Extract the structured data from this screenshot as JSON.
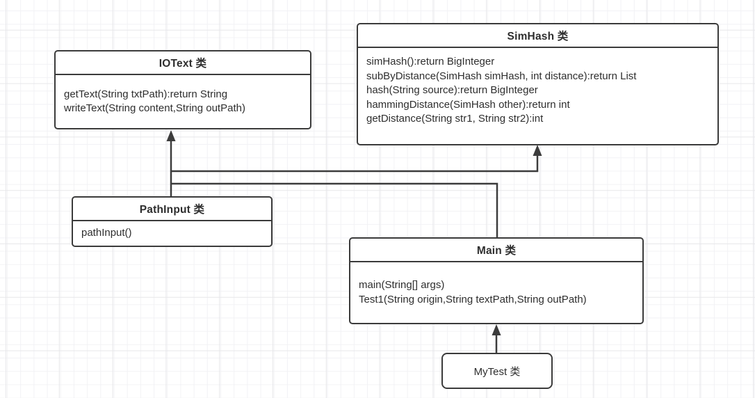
{
  "diagram": {
    "classes": {
      "iotext": {
        "title": "IOText 类",
        "methods": [
          "getText(String txtPath):return String",
          "writeText(String content,String outPath)"
        ]
      },
      "simhash": {
        "title": "SimHash 类",
        "methods": [
          "simHash():return BigInteger",
          "subByDistance(SimHash simHash, int distance):return List",
          "hash(String source):return BigInteger",
          "hammingDistance(SimHash other):return int",
          "getDistance(String str1, String str2):int"
        ]
      },
      "pathinput": {
        "title": "PathInput 类",
        "methods": [
          "pathInput()"
        ]
      },
      "main": {
        "title": "Main 类",
        "methods": [
          "main(String[] args)",
          "Test1(String origin,String textPath,String outPath)"
        ]
      },
      "mytest": {
        "title": "MyTest 类"
      }
    },
    "colors": {
      "node_border": "#3b3b3b",
      "connector": "#3c3c3c",
      "text": "#2e2e2e",
      "canvas_background": "#ffffff",
      "grid_minor": "#f2f2f5",
      "grid_major": "#e7e7ea"
    }
  }
}
